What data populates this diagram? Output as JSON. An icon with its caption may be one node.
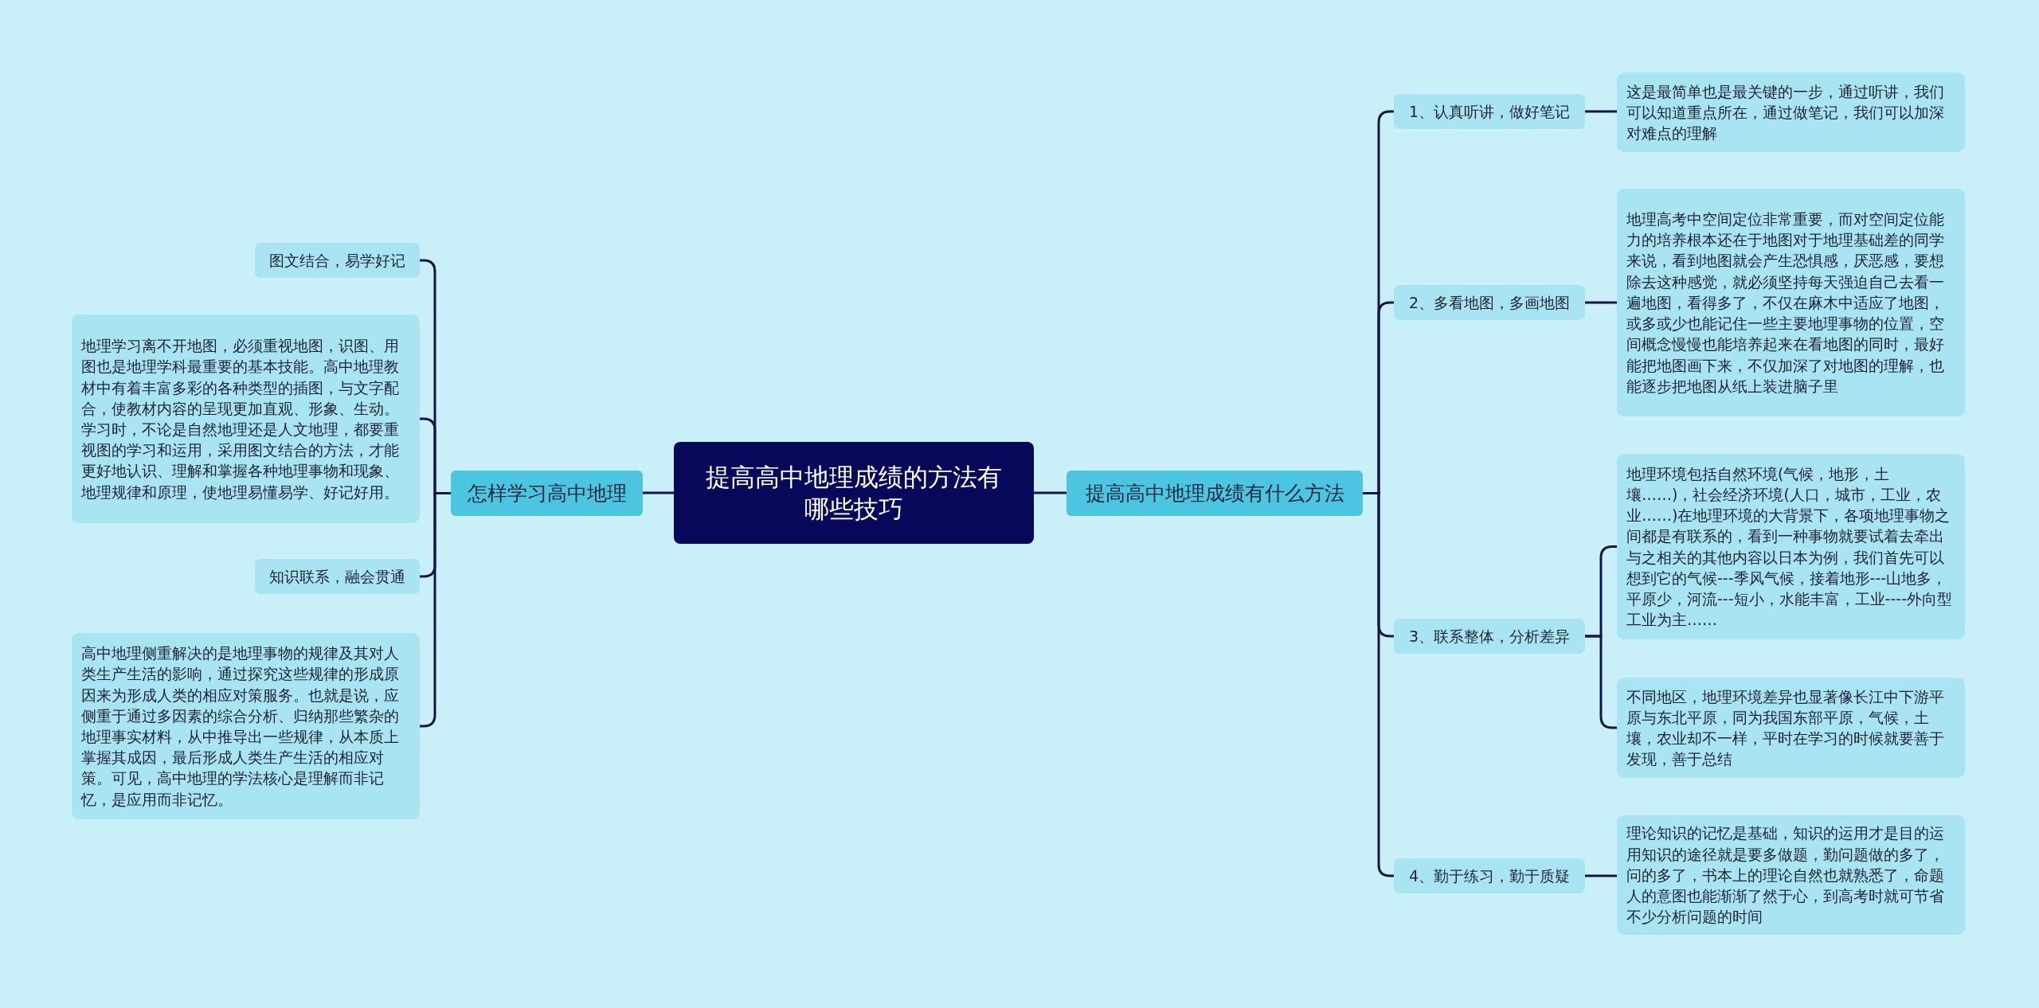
{
  "diagram": {
    "nodes": [
      {
        "text": [
          "提高高中地理成绩的方法有哪些技巧"
        ]
      },
      {
        "text": [
          "怎样学习高中地理"
        ]
      },
      {
        "text": [
          "图文结合，易学好记"
        ]
      },
      {
        "text": [
          "地理学习离不开地图，必须重视地图，识图、用图也是地理学科最重要的基本技能。高中地理教材中有着丰富多彩的各种类型的插图，与文字配合，使教材内容的呈现更加直观、形象、生动。学习时，不论是自然地理还是人文地理，都要重视图的学习和运用，采用图文结合的方法，才能更好地认识、理解和掌握各种地理事物和现象、地理规律和原理，使地理易懂易学、好记好用。"
        ]
      },
      {
        "text": [
          "知识联系，融会贯通"
        ]
      },
      {
        "text": [
          "高中地理侧重解决的是地理事物的规律及其对人类生产生活的影响，通过探究这些规律的形成原因来为形成人类的相应对策服务。也就是说，应侧重于通过多因素的综合分析、归纳那些繁杂的地理事实材料，从中推导出一些规律，从本质上掌握其成因，最后形成人类生产生活的相应对策。可见，高中地理的学法核心是理解而非记忆，是应用而非记忆。"
        ]
      },
      {
        "text": [
          "提高高中地理成绩有什么方法"
        ]
      },
      {
        "text": [
          "1、认真听讲，做好笔记"
        ]
      },
      {
        "text": [
          "这是最简单也是最关键的一步，通过听讲，我们可以知道重点所在，通过做笔记，我们可以加深对难点的理解"
        ]
      },
      {
        "text": [
          "2、多看地图，多画地图"
        ]
      },
      {
        "text": [
          "地理高考中空间定位非常重要，而对空间定位能力的培养根本还在于地图对于地理基础差的同学来说，看到地图就会产生恐惧感，厌恶感，要想除去这种感觉，就必须坚持每天强迫自己去看一遍地图，看得多了，不仅在麻木中适应了地图，或多或少也能记住一些主要地理事物的位置，空间概念慢慢也能培养起来在看地图的同时，最好能把地图画下来，不仅加深了对地图的理解，也能逐步把地图从纸上装进脑子里"
        ]
      },
      {
        "text": [
          "3、联系整体，分析差异"
        ]
      },
      {
        "text": [
          "地理环境包括自然环境(气候，地形，土壤……)，社会经济环境(人口，城市，工业，农业……)在地理环境的大背景下，各项地理事物之间都是有联系的，看到一种事物就要试着去牵出与之相关的其他内容以日本为例，我们首先可以想到它的气候---季风气候，接着地形---山地多，平原少，河流---短小，水能丰富，工业----外向型工业为主……"
        ]
      },
      {
        "text": [
          "不同地区，地理环境差异也显著像长江中下游平原与东北平原，同为我国东部平原，气候，土壤，农业却不一样，平时在学习的时候就要善于发现，善于总结"
        ]
      },
      {
        "text": [
          "4、勤于练习，勤于质疑"
        ]
      },
      {
        "text": [
          "理论知识的记忆是基础，知识的运用才是目的运用知识的途径就是要多做题，勤问题做的多了，问的多了，书本上的理论自然也就熟悉了，命题人的意图也能渐渐了然于心，到高考时就可节省不少分析问题的时间"
        ]
      }
    ],
    "edges": [
      {
        "from": 0,
        "to": 1,
        "arrow": "none"
      },
      {
        "from": 1,
        "to": 2,
        "arrow": "none"
      },
      {
        "from": 1,
        "to": 3,
        "arrow": "none"
      },
      {
        "from": 1,
        "to": 4,
        "arrow": "none"
      },
      {
        "from": 1,
        "to": 5,
        "arrow": "none"
      },
      {
        "from": 0,
        "to": 6,
        "arrow": "none"
      },
      {
        "from": 6,
        "to": 7,
        "arrow": "none"
      },
      {
        "from": 6,
        "to": 9,
        "arrow": "none"
      },
      {
        "from": 6,
        "to": 11,
        "arrow": "none"
      },
      {
        "from": 6,
        "to": 14,
        "arrow": "none"
      },
      {
        "from": 7,
        "to": 8,
        "arrow": "none"
      },
      {
        "from": 9,
        "to": 10,
        "arrow": "none"
      },
      {
        "from": 11,
        "to": 12,
        "arrow": "none"
      },
      {
        "from": 11,
        "to": 13,
        "arrow": "none"
      },
      {
        "from": 14,
        "to": 15,
        "arrow": "none"
      }
    ]
  }
}
